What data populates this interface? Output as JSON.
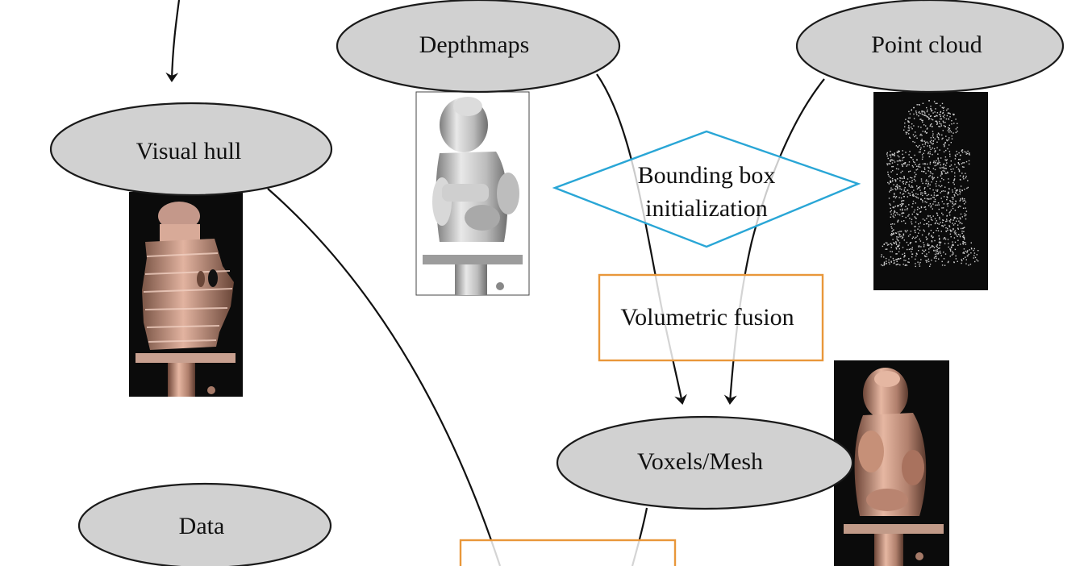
{
  "diagram": {
    "nodes": {
      "depthmaps": {
        "label": "Depthmaps"
      },
      "point_cloud": {
        "label": "Point cloud"
      },
      "visual_hull": {
        "label": "Visual hull"
      },
      "voxels_mesh": {
        "label": "Voxels/Mesh"
      },
      "data": {
        "label": "Data"
      }
    },
    "processes": {
      "bbox_init": {
        "line1": "Bounding box",
        "line2": "initialization"
      },
      "volumetric_fusion": {
        "label": "Volumetric fusion"
      }
    },
    "thumbnails": {
      "depthmap": "depthmap-statue-image",
      "point_cloud": "point-cloud-statue-image",
      "visual_hull": "visual-hull-statue-image",
      "mesh": "mesh-statue-image"
    },
    "colors": {
      "node_fill": "#d1d1d1",
      "node_stroke": "#1a1a1a",
      "diamond_stroke": "#29a6d6",
      "process_stroke": "#e9973a",
      "edge": "#111111",
      "copper": "#c89a86",
      "thumb_bg": "#0b0b0b"
    }
  }
}
